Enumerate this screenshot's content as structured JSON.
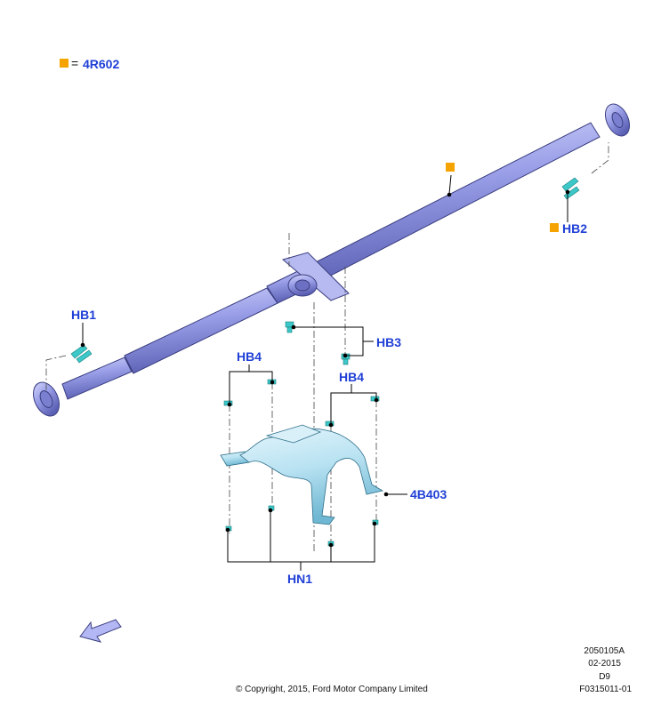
{
  "legend": {
    "equals": "=",
    "part_number": "4R602",
    "marker_color": "#f5a300"
  },
  "callouts": {
    "hb1": "HB1",
    "hb2": "HB2",
    "hb3": "HB3",
    "hb4_left": "HB4",
    "hb4_right": "HB4",
    "bracket": "4B403",
    "hn1": "HN1"
  },
  "footer": {
    "copyright": "© Copyright, 2015, Ford Motor Company Limited",
    "ref_code": "2050105A",
    "date": "02-2015",
    "variant": "D9",
    "figure_id": "F0315011-01"
  },
  "colors": {
    "callout_text": "#1f3fd6",
    "shaft_fill": "#9a9fe8",
    "bracket_fill": "#b8e2f2",
    "fastener": "#3cc8c8"
  },
  "icons": {
    "direction_arrow": "front-direction-arrow-icon"
  }
}
